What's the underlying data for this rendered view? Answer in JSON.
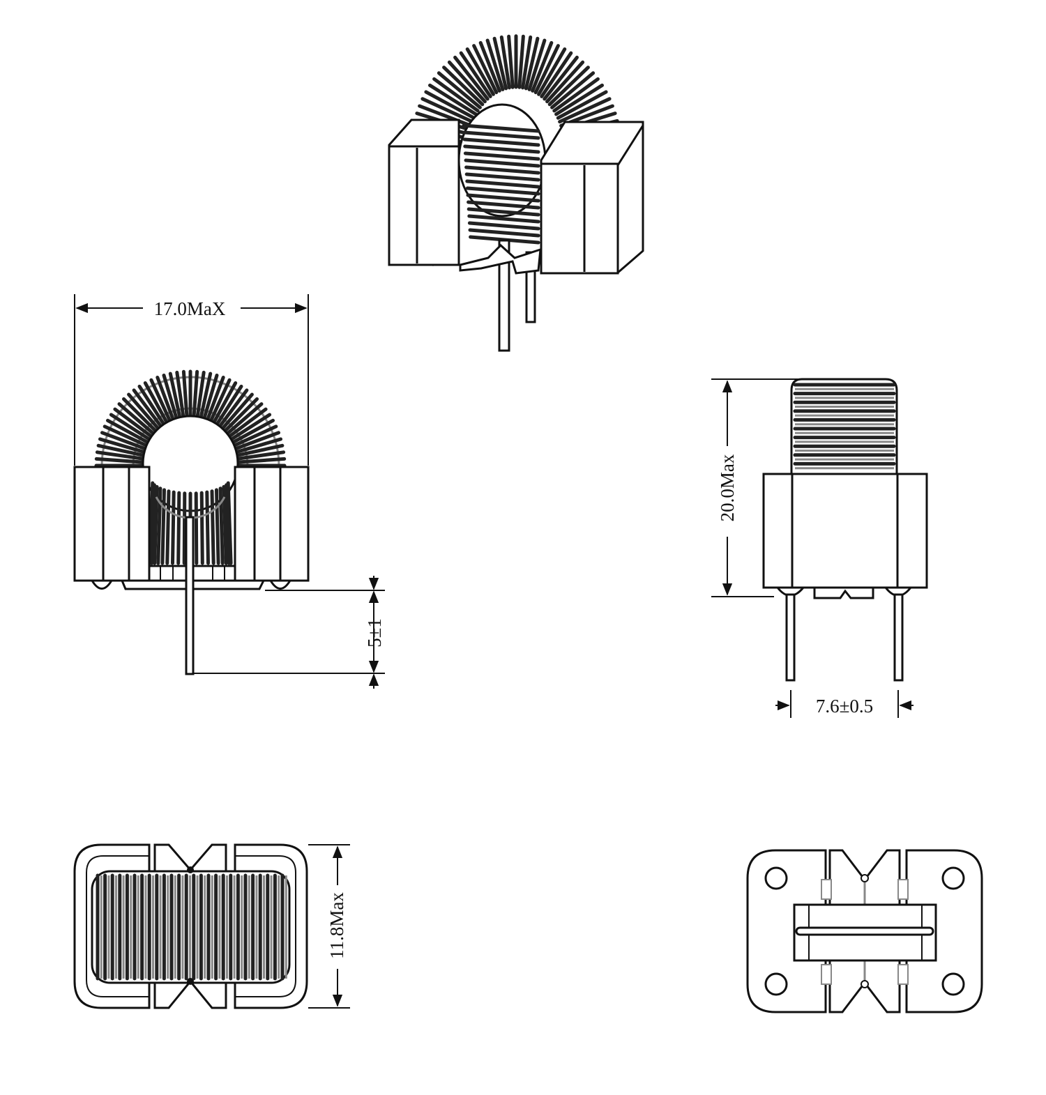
{
  "dimensions": {
    "width_label": "17.0MaX",
    "lead_length_label": "5±1",
    "height_label": "20.0Max",
    "pitch_label": "7.6±0.5",
    "depth_label": "11.8Max"
  },
  "colors": {
    "line": "#111111",
    "wire_gray": "#888888",
    "background": "#ffffff"
  }
}
